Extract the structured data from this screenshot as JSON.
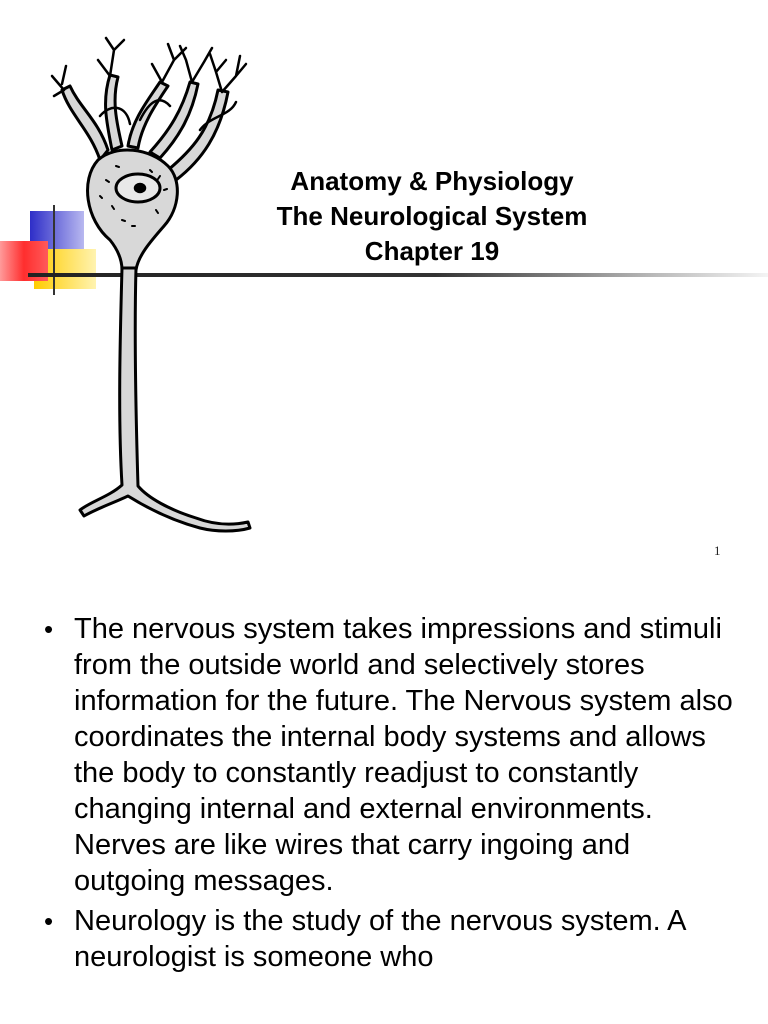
{
  "slide": {
    "title_lines": [
      "Anatomy & Physiology",
      "The Neurological System",
      "Chapter 19"
    ],
    "slide_number": "1",
    "image": "neuron-illustration",
    "decoration_colors": {
      "blue": "#3b3bd6",
      "red": "#ff3333",
      "yellow": "#ffd21e"
    }
  },
  "notes": {
    "bullet_glyph": "•",
    "bullets": [
      "The nervous system takes impressions and stimuli from the outside world and selectively stores information for the future.  The Nervous system also coordinates the internal body systems and allows the body to constantly readjust to constantly changing internal and external environments.  Nerves are like wires that carry ingoing and outgoing messages.",
      "Neurology is the study of the nervous system. A neurologist is someone who"
    ]
  }
}
